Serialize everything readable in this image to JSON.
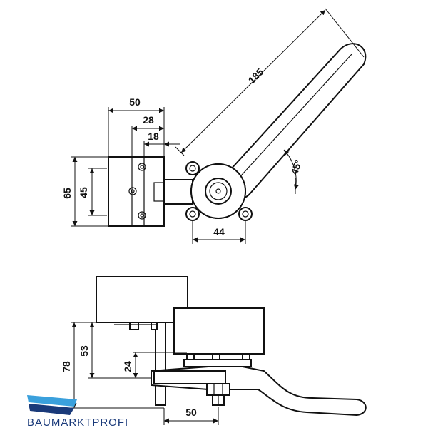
{
  "top_view": {
    "dim_width_total": "50",
    "dim_width_mid": "28",
    "dim_width_small": "18",
    "dim_height_total": "65",
    "dim_height_holes": "45",
    "dim_arm_length": "185",
    "dim_angle": "45°",
    "dim_flange": "44"
  },
  "side_view": {
    "dim_height_total": "78",
    "dim_height_mid": "53",
    "dim_height_small": "24",
    "dim_offset": "50"
  },
  "brand": {
    "name": "BAUMARKTPROFI",
    "colors": {
      "primary": "#1a3a7a",
      "accent": "#3aa0dc"
    }
  }
}
